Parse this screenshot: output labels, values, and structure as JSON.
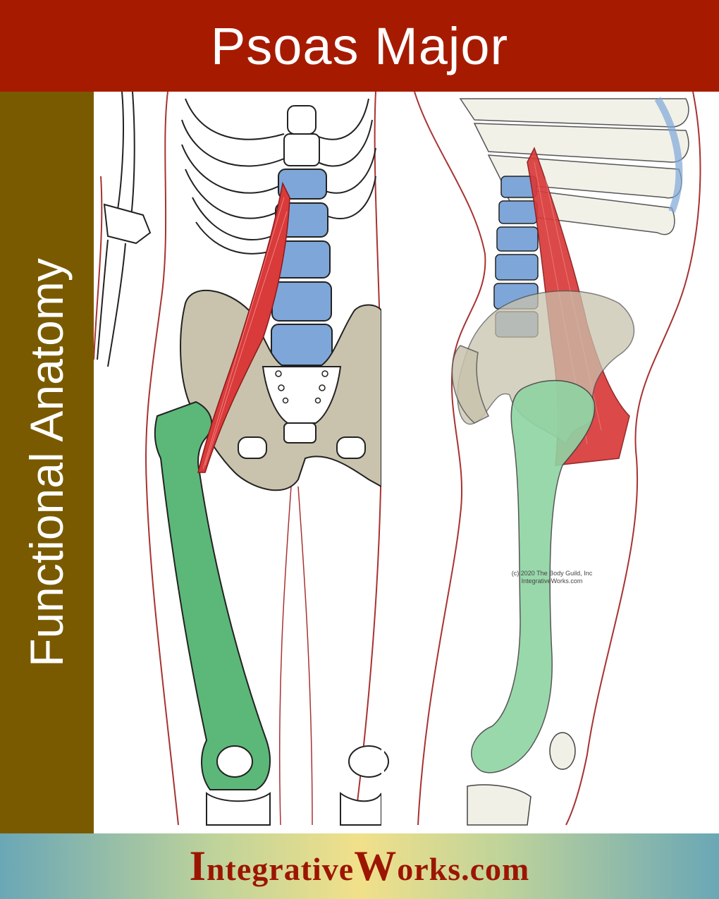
{
  "header": {
    "title": "Psoas Major"
  },
  "sidebar": {
    "label": "Functional Anatomy"
  },
  "illustration": {
    "copyright_line1": "(c) 2020 The Body Guild, Inc",
    "copyright_line2": "IntegrativeWorks.com"
  },
  "footer": {
    "brand_i": "I",
    "brand_rest1": "ntegrative",
    "brand_w": "W",
    "brand_rest2": "orks.com"
  },
  "colors": {
    "header_bg": "#a61b00",
    "sidebar_bg": "#7a5a00",
    "muscle": "#d93a3a",
    "femur": "#5cb878",
    "pelvis": "#c9c3ad",
    "vertebrae": "#7ea6d8",
    "body_outline": "#a83232",
    "brand_text": "#9c1500"
  }
}
